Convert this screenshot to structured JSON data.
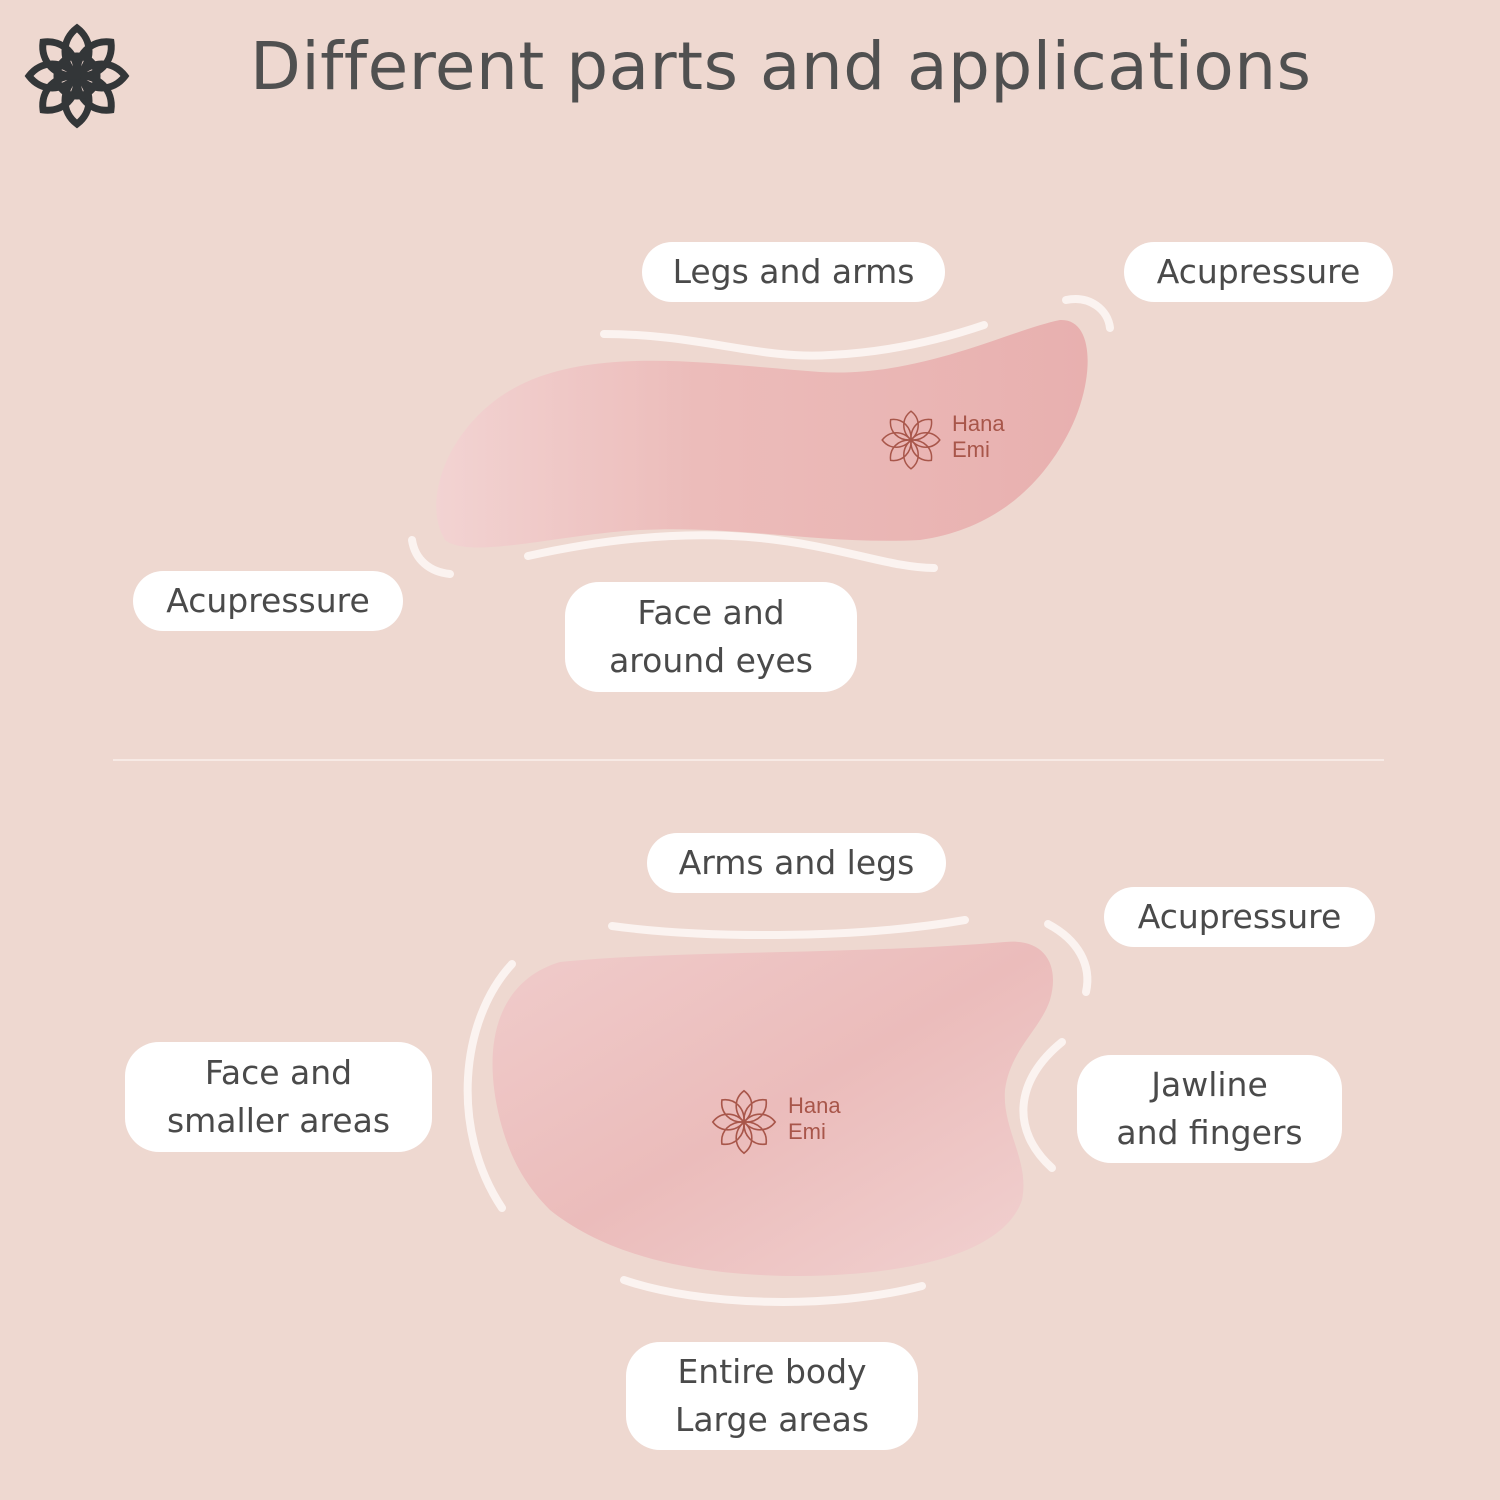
{
  "title": "Different parts and applications",
  "brand": {
    "line1": "Hana",
    "line2": "Emi"
  },
  "top_tool": {
    "labels": {
      "top": "Legs and arms",
      "right_tip": "Acupressure",
      "left_tip": "Acupressure",
      "bottom_line1": "Face and",
      "bottom_line2": "around eyes"
    }
  },
  "bottom_tool": {
    "labels": {
      "top": "Arms and legs",
      "right_tip": "Acupressure",
      "left_line1": "Face and",
      "left_line2": "smaller areas",
      "notch_line1": "Jawline",
      "notch_line2": "and fingers",
      "bottom_line1": "Entire body",
      "bottom_line2": "Large areas"
    }
  },
  "colors": {
    "background": "#eed8d0",
    "stone": "#ebb9b6",
    "engraving": "#a8564a",
    "arc": "#fbf3f0",
    "text": "#4a4a4a"
  }
}
